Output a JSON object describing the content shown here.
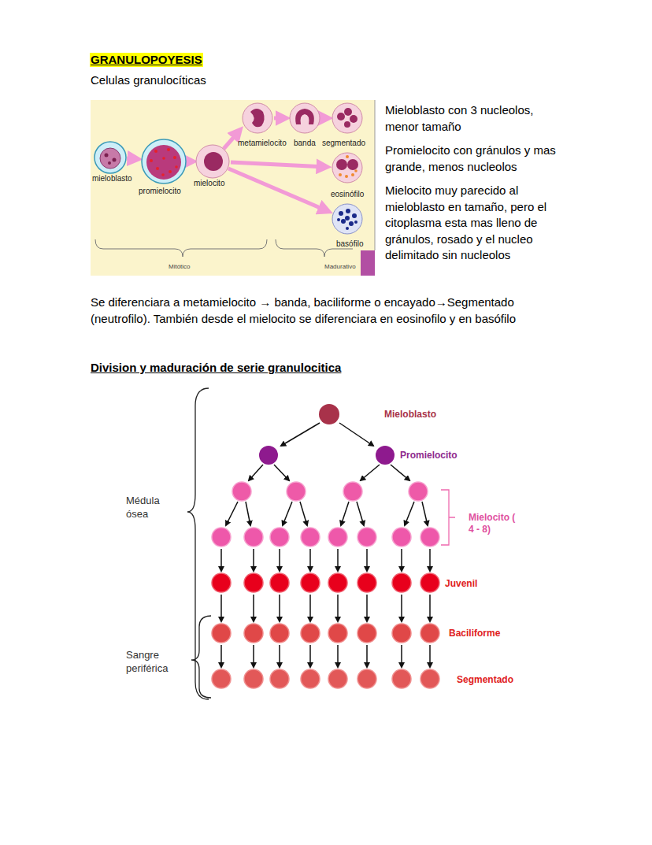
{
  "diagram": {
    "title": "GRANULOPOYESIS",
    "labels": [
      "Celulas granulocíticas",
      "mieloblasto",
      "promielocito",
      "mielocito",
      "metamielocito",
      "banda",
      "segmentado",
      "eosinófilo",
      "basófilo",
      "Mitótico",
      "Madurativo",
      "Mieloblasto con 3 nucleolos, menor tamaño",
      "Promielocito con gránulos y mas grande, menos nucleolos",
      "Mielocito muy parecido al mieloblasto en tamaño, pero el citoplasma esta mas lleno de gránulos, rosado y el nucleo delimitado sin nucleolos",
      "Se diferenciara a metamielocito → banda, baciliforme o encayado→Segmentado (neutrofilo). También desde el mielocito se diferenciara en eosinofilo y en basófilo",
      "Division y maduración de serie granulocitica",
      "Médula ósea",
      "Sangre periférica",
      "Mieloblasto",
      "Promielocito",
      "Mielocito ( 4 - 8)",
      "Juvenil",
      "Baciliforme",
      "Segmentado"
    ]
  }
}
